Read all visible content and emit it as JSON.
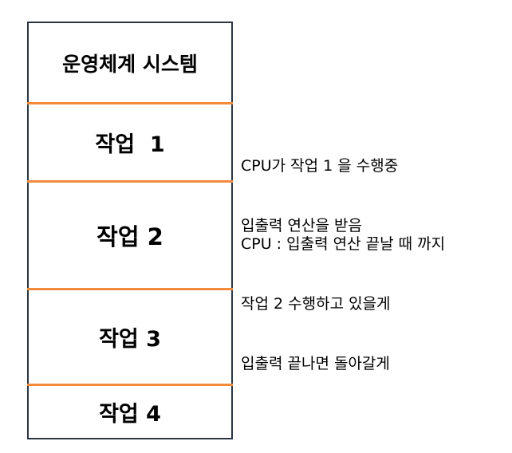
{
  "memory": {
    "os": "운영체계 시스템",
    "job1": "작업  1",
    "job2": "작업 2",
    "job3": "작업 3",
    "job4": "작업 4"
  },
  "notes": {
    "note1": {
      "line1": "CPU가 작업 1 을 수행중",
      "line2": "입출력 연산을 받음"
    },
    "note2": {
      "line1": "CPU : 입출력 연산 끝날 때 까지",
      "line2": "작업 2 수행하고 있을게",
      "line3": "입출력 끝나면 돌아갈게"
    }
  },
  "colors": {
    "divider": "#f28a3c",
    "border": "#2b3542"
  }
}
